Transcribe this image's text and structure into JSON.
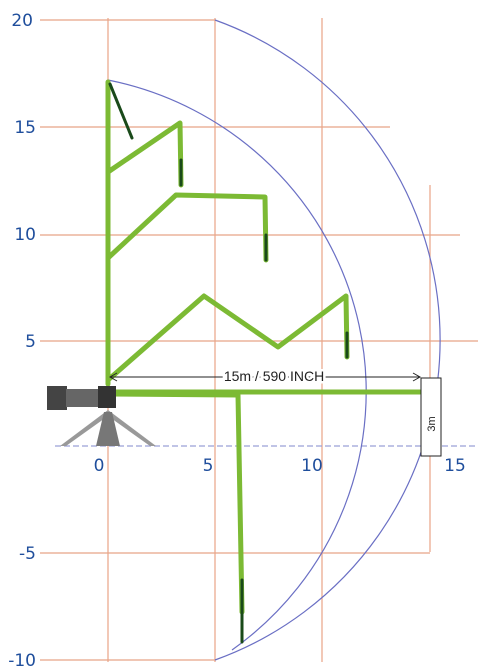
{
  "diagram": {
    "x_ticks": [
      "0",
      "5",
      "10",
      "15"
    ],
    "y_ticks": [
      "20",
      "15",
      "10",
      "5",
      "-5",
      "-10"
    ],
    "reach_label": "15m / 590 INCH",
    "height_label": "3m"
  },
  "colors": {
    "grid": "#e8a487",
    "arc": "#6a6fc4",
    "ground": "#9aa0d8",
    "boom": "#7cba34",
    "boom_tip": "#1a4a1a",
    "axis_text": "#1f4e9c",
    "dimension": "#222222",
    "machine": "#555555"
  }
}
